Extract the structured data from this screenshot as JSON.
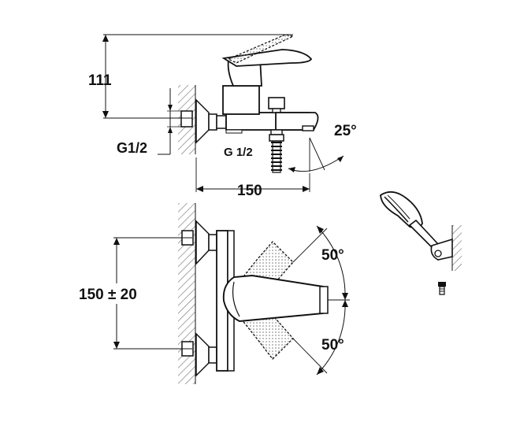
{
  "dimensions": {
    "lever_height": "111",
    "wall_thread": "G1/2",
    "outlet_thread": "G 1/2",
    "projection": "150",
    "spout_angle": "25°",
    "inlet_spacing": "150 ± 20",
    "lever_angle_up": "50°",
    "lever_angle_down": "50°"
  }
}
